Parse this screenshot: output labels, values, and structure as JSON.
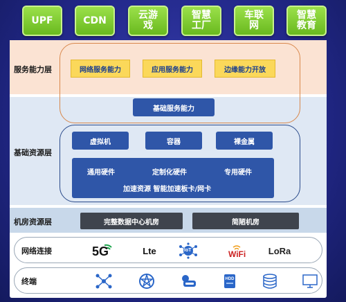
{
  "apps": [
    "UPF",
    "CDN",
    "云游\n戏",
    "智慧\n工厂",
    "车联\n网",
    "智慧\n教育"
  ],
  "layers": {
    "service": {
      "label": "服务能力层",
      "items": [
        "网络服务能力",
        "应用服务能力",
        "边缘能力开放"
      ],
      "base": "基础服务能力"
    },
    "base_resource": {
      "label": "基础资源层",
      "items": [
        "虚拟机",
        "容器",
        "裸金属"
      ],
      "hardware": [
        "通用硬件",
        "定制化硬件",
        "专用硬件"
      ],
      "accel": "加速资源 智能加速板卡/网卡"
    },
    "room": {
      "label": "机房资源层",
      "items": [
        "完整数据中心机房",
        "简陋机房"
      ]
    },
    "network": {
      "label": "网络连接",
      "logos": {
        "five_g": "5G",
        "lte": "Lte",
        "iot": "IoT",
        "wifi": "WiFi",
        "lora": "LoRa"
      }
    },
    "terminal": {
      "label": "终端"
    }
  },
  "colors": {
    "app_green": "#7cc72e",
    "service_band": "#fbe3d3",
    "base_band": "#dfe8f4",
    "room_band": "#c8d8ea",
    "yellow_box": "#fbd85a",
    "blue_box": "#2f56a8",
    "dark_box": "#3f444d",
    "icon_blue": "#2a66c8"
  }
}
